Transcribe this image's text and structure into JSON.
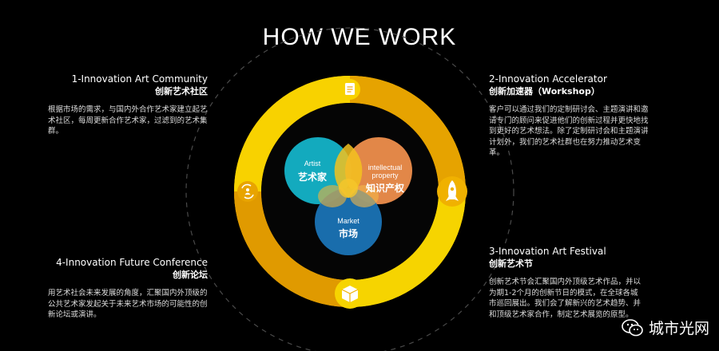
{
  "title": "HOW WE WORK",
  "blocks": {
    "b1": {
      "en": "1-Innovation Art Community",
      "cn": "创新艺术社区",
      "desc": "根据市场的需求，与国内外合作艺术家建立起艺术社区，每周更新合作艺术家，过滤到的艺术集群。"
    },
    "b2": {
      "en": "2-Innovation Accelerator",
      "cn": "创新加速器（Workshop）",
      "desc": "客户可以通过我们的定制研讨会、主题演讲和邀请专门的顾问来促进他们的创新过程并更快地找到更好的艺术想法。除了定制研讨会和主题演讲计划外，我们的艺术社群也在努力推动艺术变革。"
    },
    "b3": {
      "en": "3-Innovation Art Festival",
      "cn": "创新艺术节",
      "desc": "创新艺术节会汇聚国内外顶级艺术作品，并以为期1-2个月的创新节日的模式，在全球各城市巡回展出。我们会了解新兴的艺术趋势、并和顶级艺术家合作，制定艺术展览的原型。"
    },
    "b4": {
      "en": "4-Innovation Future Conference",
      "cn": "创新论坛",
      "desc": "用艺术社会未来发展的角度，汇聚国内外顶级的公共艺术家发起关于未来艺术市场的可能性的创新论坛或演讲。"
    }
  },
  "venn": {
    "artist": {
      "en": "Artist",
      "cn": "艺术家",
      "color": "#14b3c8"
    },
    "ip": {
      "en": "intellectual property",
      "cn": "知识产权",
      "color": "#f5924e"
    },
    "market": {
      "en": "Market",
      "cn": "市场",
      "color": "#1a73b5"
    }
  },
  "ring_colors": {
    "outer": "#f2c400",
    "dark": "#e09a00",
    "node": "#f6d400"
  },
  "icons": {
    "top": "document-icon",
    "right": "rocket-icon",
    "bottom": "box-icon",
    "left": "recycle-people-icon"
  },
  "watermark": {
    "text": "城市光网",
    "icon": "wechat-icon"
  }
}
